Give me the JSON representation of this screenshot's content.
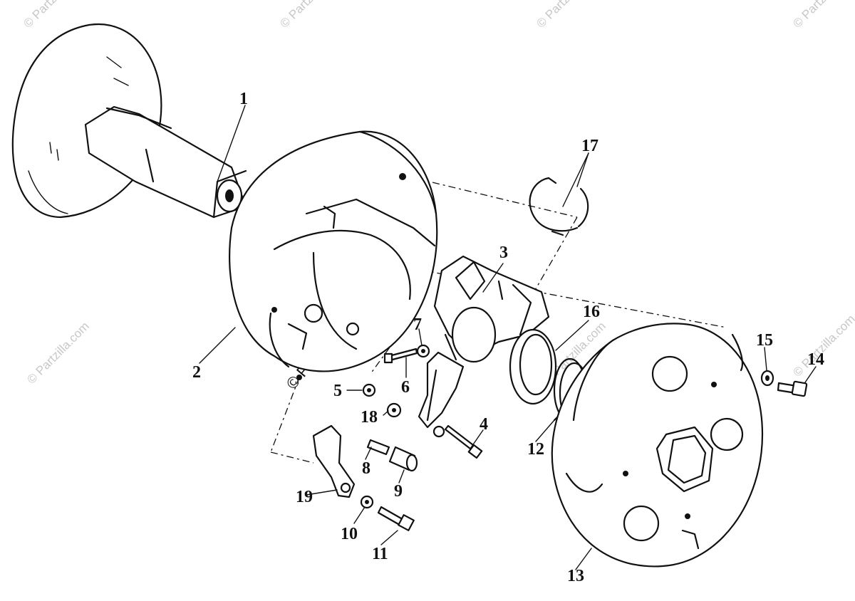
{
  "watermark": {
    "text": "© Partzilla.com",
    "center_text": "© Partzilla.com"
  },
  "callouts": [
    "1",
    "2",
    "3",
    "4",
    "5",
    "6",
    "7",
    "8",
    "9",
    "10",
    "11",
    "12",
    "13",
    "14",
    "15",
    "16",
    "17",
    "18",
    "19"
  ],
  "colors": {
    "ink": "#111111",
    "background": "#ffffff",
    "watermark": "#c8c8c8"
  }
}
